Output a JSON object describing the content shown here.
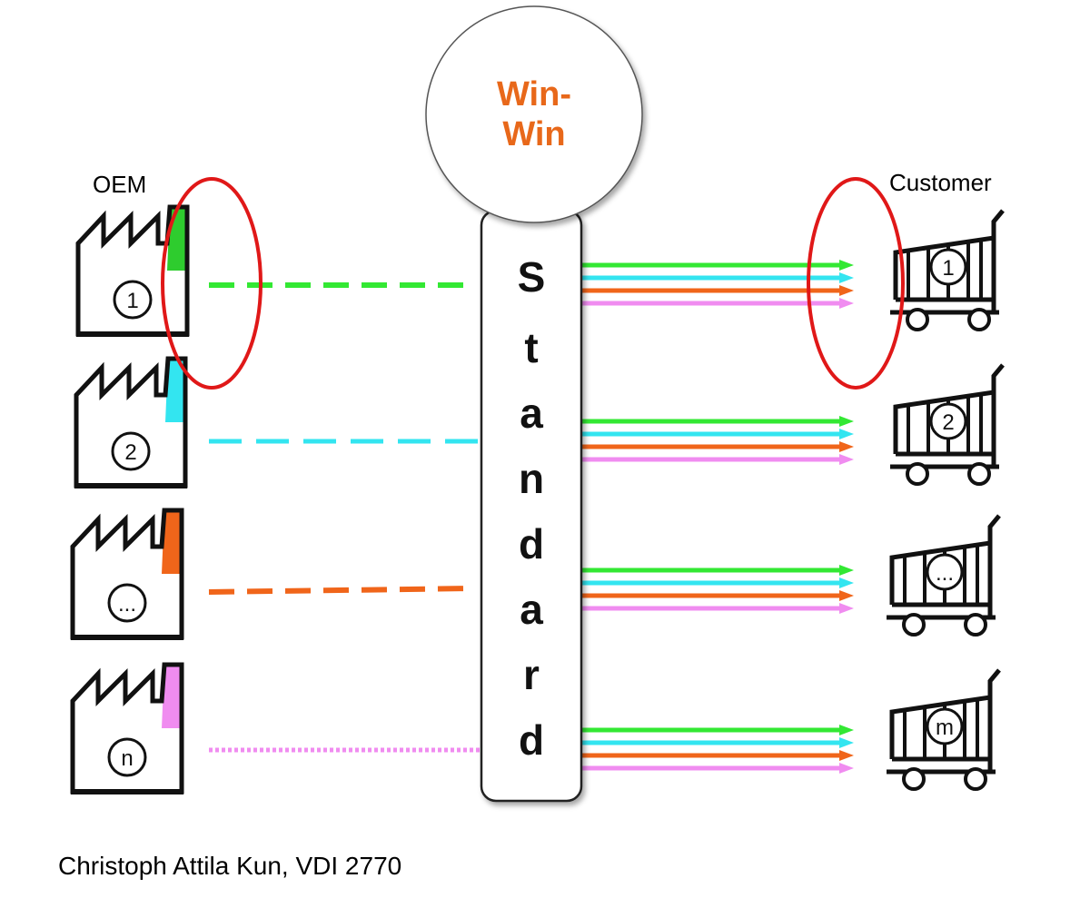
{
  "labels": {
    "oem": "OEM",
    "customer": "Customer",
    "credit": "Christoph Attila Kun, VDI 2770",
    "win_win": "Win-\nWin",
    "standard_letters": [
      "S",
      "t",
      "a",
      "n",
      "d",
      "a",
      "r",
      "d"
    ]
  },
  "factories": [
    {
      "id": "1",
      "label": "1",
      "chimney_color": "#2ecc2e",
      "line_color": "#33e833",
      "line_style": "dashed"
    },
    {
      "id": "2",
      "label": "2",
      "chimney_color": "#33e5f0",
      "line_color": "#33e5f0",
      "line_style": "long-dashed"
    },
    {
      "id": "dots",
      "label": "...",
      "chimney_color": "#f0651a",
      "line_color": "#f0651a",
      "line_style": "dashed"
    },
    {
      "id": "n",
      "label": "n",
      "chimney_color": "#f08cf0",
      "line_color": "#f08cf0",
      "line_style": "dotted"
    }
  ],
  "carts": [
    {
      "id": "1",
      "label": "1"
    },
    {
      "id": "2",
      "label": "2"
    },
    {
      "id": "dots",
      "label": "..."
    },
    {
      "id": "m",
      "label": "m"
    }
  ],
  "arrow_colors": [
    "#33e833",
    "#33e5f0",
    "#f0651a",
    "#f08cf0"
  ],
  "highlight_color": "#e01818"
}
